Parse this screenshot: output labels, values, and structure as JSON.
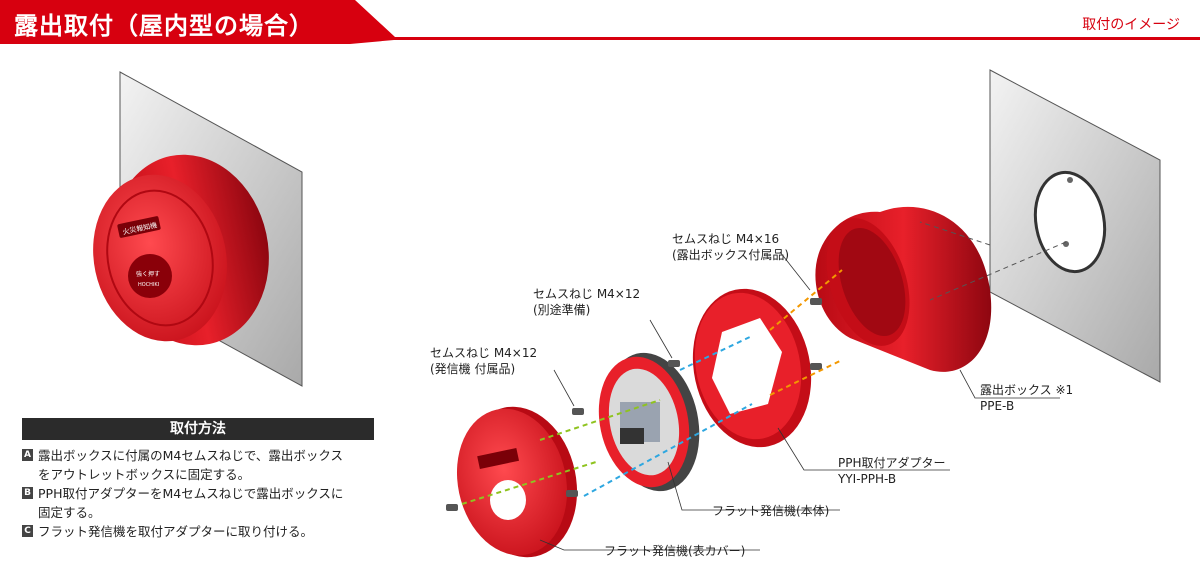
{
  "header": {
    "title": "露出取付（屋内型の場合）",
    "right_label": "取付のイメージ"
  },
  "howto": {
    "heading": "取付方法",
    "steps": [
      {
        "badge": "A",
        "line1": "露出ボックスに付属のM4セムスねじで、露出ボックス",
        "line2": "をアウトレットボックスに固定する。"
      },
      {
        "badge": "B",
        "line1": "PPH取付アダプターをM4セムスねじで露出ボックスに",
        "line2": "固定する。"
      },
      {
        "badge": "C",
        "line1": "フラット発信機を取付アダプターに取り付ける。",
        "line2": ""
      }
    ]
  },
  "device": {
    "face_label": "火災報知機",
    "button_label": "強く押す",
    "brand": "HOCHIKI"
  },
  "labels": {
    "screw_box_name": "セムスねじ M4×16",
    "screw_box_note": "(露出ボックス付属品)",
    "screw_sep_name": "セムスねじ M4×12",
    "screw_sep_note": "(別途準備)",
    "screw_dev_name": "セムスねじ M4×12",
    "screw_dev_note": "(発信機 付属品)",
    "box_name": "露出ボックス ※1",
    "box_model": "PPE-B",
    "adapter_name": "PPH取付アダプター",
    "adapter_model": "YYI-PPH-B",
    "body_name": "フラット発信機(本体)",
    "cover_name": "フラット発信機(表カバー)"
  },
  "colors": {
    "brand_red": "#d7000f",
    "device_red": "#e8202a",
    "arrow_orange": "#f39800",
    "arrow_blue": "#2ea7e0",
    "arrow_green": "#8fc31f"
  }
}
